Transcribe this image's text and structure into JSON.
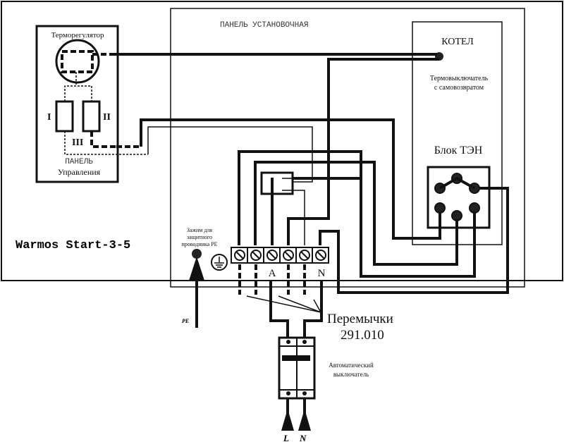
{
  "title": "Warmos Start-3-5",
  "control_panel": {
    "thermostat": "Терморегулятор",
    "label1": "ПАНЕЛЬ",
    "label2": "Управления",
    "stage1": "I",
    "stage2": "II",
    "stage3": "III"
  },
  "install_panel": {
    "label": "ПАНЕЛЬ УСТАНОВОЧНАЯ"
  },
  "boiler": {
    "label": "КОТЕЛ",
    "thermo1": "Термовыключатель",
    "thermo2": "с самовозвратом",
    "heater_block": "Блок ТЭН"
  },
  "terminals": {
    "a": "A",
    "n": "N"
  },
  "pe_clamp": {
    "line1": "Зажим для",
    "line2": "защитного",
    "line3": "проводника PE",
    "pe": "PE"
  },
  "jumpers": {
    "label": "Перемычки",
    "code": "291.010"
  },
  "breaker": {
    "line1": "Автоматический",
    "line2": "выключатель"
  },
  "inputs": {
    "l": "L",
    "n": "N"
  }
}
